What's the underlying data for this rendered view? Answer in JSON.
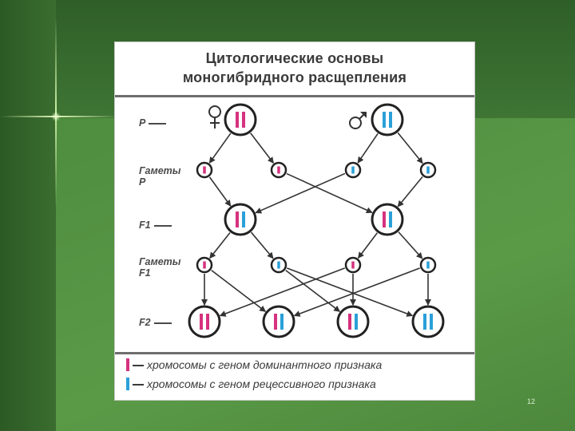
{
  "slide": {
    "title_line1": "Цитологические основы",
    "title_line2": "моногибридного расщепления",
    "page_number": "12"
  },
  "labels": {
    "p": "P",
    "gametes_p_line1": "Гаметы",
    "gametes_p_line2": "P",
    "f1": "F1",
    "gametes_f1_line1": "Гаметы",
    "gametes_f1_line2": "F1",
    "f2": "F2",
    "female_symbol": "♀",
    "male_symbol": "♂"
  },
  "legend": {
    "dominant": "хромосомы с геном доминантного признака",
    "recessive": "хромосомы с геном рецессивного признака"
  },
  "colors": {
    "dominant": "#d6327f",
    "recessive": "#2aa0d8",
    "ink": "#333333"
  },
  "genotypes": {
    "parent_female": [
      "dominant",
      "dominant"
    ],
    "parent_male": [
      "recessive",
      "recessive"
    ],
    "gametes_p": [
      [
        "dominant"
      ],
      [
        "dominant"
      ],
      [
        "recessive"
      ],
      [
        "recessive"
      ]
    ],
    "f1": [
      [
        "dominant",
        "recessive"
      ],
      [
        "dominant",
        "recessive"
      ]
    ],
    "gametes_f1": [
      [
        "dominant"
      ],
      [
        "recessive"
      ],
      [
        "dominant"
      ],
      [
        "recessive"
      ]
    ],
    "f2": [
      [
        "dominant",
        "dominant"
      ],
      [
        "dominant",
        "recessive"
      ],
      [
        "dominant",
        "recessive"
      ],
      [
        "recessive",
        "recessive"
      ]
    ]
  }
}
